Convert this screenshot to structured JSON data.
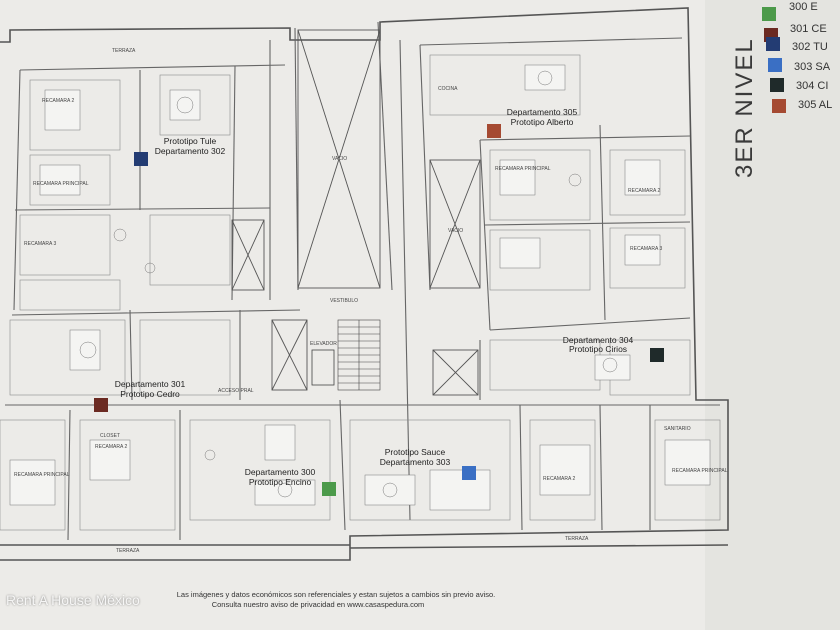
{
  "level": {
    "title": "3ER NIVEL"
  },
  "legend": [
    {
      "code": "300 E",
      "color": "#4c9a4a"
    },
    {
      "code": "301 CE",
      "color": "#6b2a22"
    },
    {
      "code": "302 TU",
      "color": "#233c73"
    },
    {
      "code": "303 SA",
      "color": "#3a6fc4"
    },
    {
      "code": "304 CI",
      "color": "#1f2a2a"
    },
    {
      "code": "305 AL",
      "color": "#a54a32"
    }
  ],
  "units": [
    {
      "id": "302",
      "name": "Prototipo Tule",
      "dept": "Departamento 302",
      "color": "#233c73"
    },
    {
      "id": "305",
      "name": "Departamento 305",
      "dept": "Prototipo Alberto",
      "color": "#a54a32"
    },
    {
      "id": "301",
      "name": "Departamento 301",
      "dept": "Prototipo Cedro",
      "color": "#6b2a22"
    },
    {
      "id": "304",
      "name": "Departamento 304",
      "dept": "Prototipo Cirios",
      "color": "#1f2a2a"
    },
    {
      "id": "300",
      "name": "Departamento 300",
      "dept": "Prototipo Encino",
      "color": "#4c9a4a"
    },
    {
      "id": "303",
      "name": "Prototipo Sauce",
      "dept": "Departamento 303",
      "color": "#3a6fc4"
    }
  ],
  "room_labels": {
    "recamara_principal": "RECAMARA PRINCIPAL",
    "recamara_2": "RECAMARA 2",
    "recamara_3": "RECAMARA 3",
    "sanitario": "SANITARIO",
    "vacio": "VACIO",
    "terraza": "TERRAZA",
    "vestibulo": "VESTIBULO",
    "acceso": "ACCESO PRAL",
    "elevador": "ELEVADOR",
    "cocina": "COCINA",
    "closet": "CLOSET"
  },
  "footer": {
    "line1": "Las imágenes y datos económicos son referenciales y estan sujetos a cambios sin previo aviso.",
    "line2": "Consulta nuestro aviso de privacidad en www.casaspedura.com"
  },
  "watermark": "Rent A House México"
}
